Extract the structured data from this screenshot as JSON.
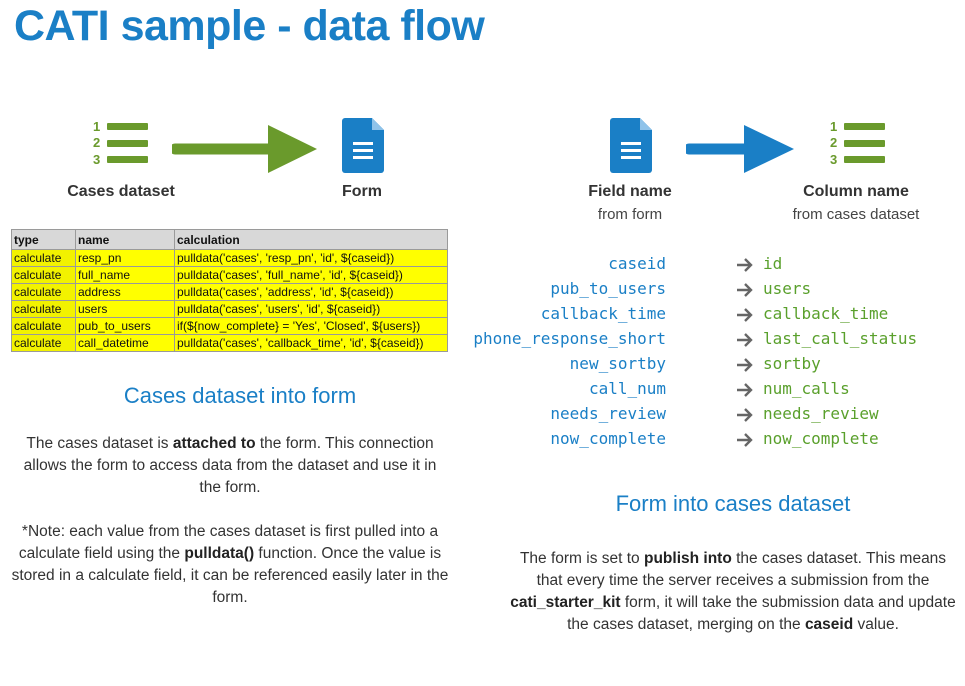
{
  "title": "CATI sample - data flow",
  "colors": {
    "blue": "#1a7fc6",
    "green": "#6a9a2c",
    "mapping_green": "#5aa02c",
    "table_yellow": "#ffff00"
  },
  "left_flow": {
    "source_label": "Cases dataset",
    "source_icon": "numbered-list-icon",
    "target_label": "Form",
    "target_icon": "document-icon"
  },
  "right_flow": {
    "source_label": "Field name",
    "source_sub": "from form",
    "source_icon": "document-icon",
    "target_label": "Column name",
    "target_sub": "from cases dataset",
    "target_icon": "numbered-list-icon"
  },
  "table": {
    "headers": [
      "type",
      "name",
      "calculation"
    ],
    "rows": [
      [
        "calculate",
        "resp_pn",
        "pulldata('cases', 'resp_pn', 'id', ${caseid})"
      ],
      [
        "calculate",
        "full_name",
        "pulldata('cases', 'full_name', 'id', ${caseid})"
      ],
      [
        "calculate",
        "address",
        "pulldata('cases', 'address', 'id', ${caseid})"
      ],
      [
        "calculate",
        "users",
        "pulldata('cases', 'users', 'id', ${caseid})"
      ],
      [
        "calculate",
        "pub_to_users",
        "if(${now_complete} = 'Yes', 'Closed', ${users})"
      ],
      [
        "calculate",
        "call_datetime",
        "pulldata('cases', 'callback_time', 'id', ${caseid})"
      ]
    ]
  },
  "mappings": [
    {
      "field": "caseid",
      "column": "id"
    },
    {
      "field": "pub_to_users",
      "column": "users"
    },
    {
      "field": "callback_time",
      "column": "callback_time"
    },
    {
      "field": "phone_response_short",
      "column": "last_call_status"
    },
    {
      "field": "new_sortby",
      "column": "sortby"
    },
    {
      "field": "call_num",
      "column": "num_calls"
    },
    {
      "field": "needs_review",
      "column": "needs_review"
    },
    {
      "field": "now_complete",
      "column": "now_complete"
    }
  ],
  "left_section": {
    "heading": "Cases dataset into form",
    "para1": {
      "before": "The cases dataset is ",
      "bold": "attached to",
      "after": " the form. This connection allows the form to access data from the dataset and use it in the form."
    },
    "para2": {
      "before": "*Note: each value from the cases dataset is first pulled into a calculate field using the ",
      "bold": "pulldata()",
      "after": " function. Once the value is stored in a calculate field, it can be referenced easily later in the form."
    }
  },
  "right_section": {
    "heading": "Form into cases dataset",
    "p_1": "The form is set to ",
    "p_b1": "publish into",
    "p_2": " the cases dataset. This means that every time the server receives a submission from the ",
    "p_b2": "cati_starter_kit",
    "p_3": " form, it will take the submission data and update the cases dataset, merging on the ",
    "p_b3": "caseid",
    "p_4": " value."
  }
}
